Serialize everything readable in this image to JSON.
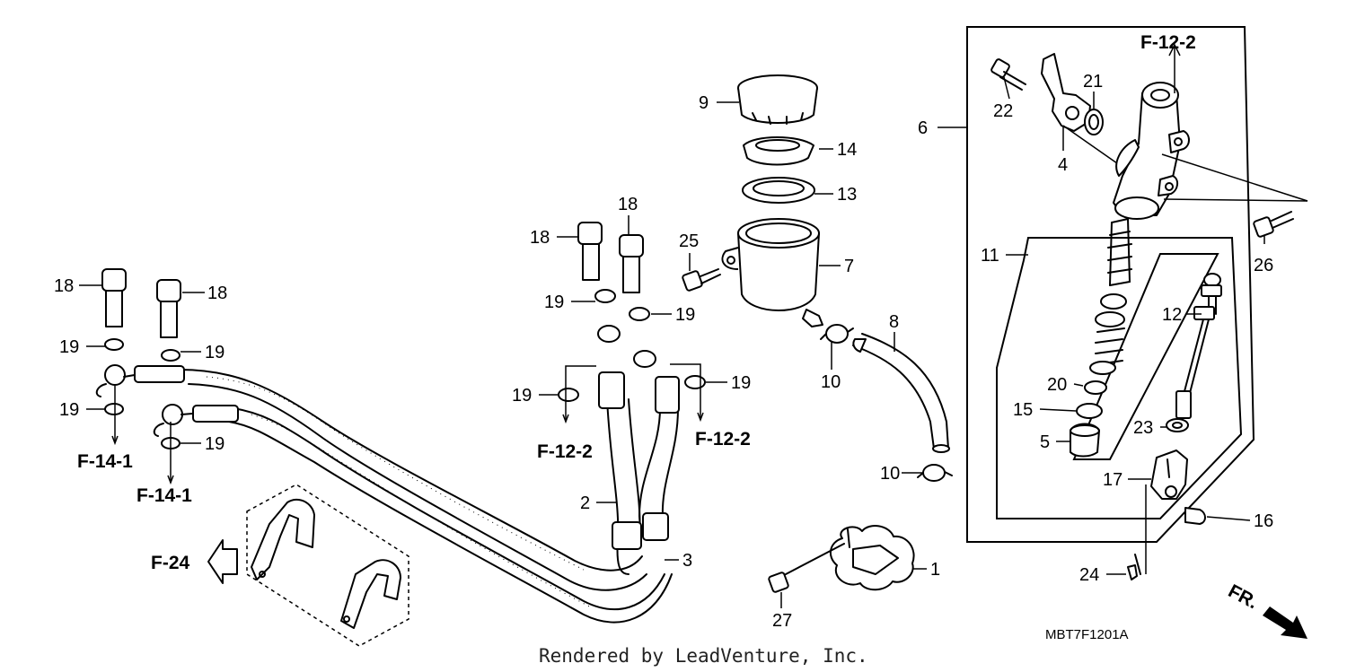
{
  "part_numbers": [
    "1",
    "2",
    "3",
    "4",
    "5",
    "6",
    "7",
    "8",
    "9",
    "10",
    "11",
    "12",
    "13",
    "14",
    "15",
    "16",
    "17",
    "18",
    "19",
    "20",
    "21",
    "22",
    "23",
    "24",
    "25",
    "26",
    "27"
  ],
  "references": {
    "f_12_2": "F-12-2",
    "f_14_1": "F-14-1",
    "f_24": "F-24"
  },
  "direction_label": "FR.",
  "diagram_code": "MBT7F1201A",
  "credit": "Rendered by LeadVenture, Inc."
}
